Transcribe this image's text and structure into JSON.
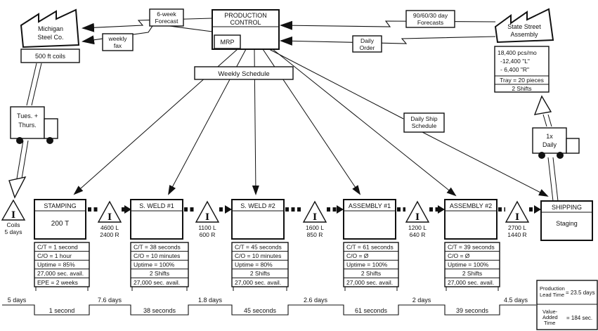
{
  "colors": {
    "ink": "#111111",
    "background": "#ffffff"
  },
  "supplier": {
    "name_line1": "Michigan",
    "name_line2": "Steel Co.",
    "detail": "500 ft coils"
  },
  "customer": {
    "name_line1": "State Street",
    "name_line2": "Assembly",
    "demand": {
      "line1": "18,400 pcs/mo",
      "line2": "-12,400  \"L\"",
      "line3": "- 6,400  \"R\"",
      "tray": "Tray = 20 pieces",
      "shifts": "2 Shifts"
    }
  },
  "production_control": {
    "title_line1": "PRODUCTION",
    "title_line2": "CONTROL",
    "mrp": "MRP"
  },
  "info_flows": {
    "six_week_forecast": {
      "line1": "6-week",
      "line2": "Forecast"
    },
    "weekly_fax": {
      "line1": "weekly",
      "line2": "fax"
    },
    "forecasts_90_60_30": {
      "line1": "90/60/30 day",
      "line2": "Forecasts"
    },
    "daily_order": {
      "line1": "Daily",
      "line2": "Order"
    },
    "weekly_schedule": "Weekly Schedule",
    "daily_ship_schedule": {
      "line1": "Daily Ship",
      "line2": "Schedule"
    }
  },
  "transport": {
    "inbound_truck": {
      "line1": "Tues. +",
      "line2": "Thurs."
    },
    "outbound_truck": {
      "line1": "1x",
      "line2": "Daily"
    }
  },
  "inventory_symbol": "I",
  "inventories": [
    {
      "line1": "Coils",
      "line2": "5 days"
    },
    {
      "line1": "4600 L",
      "line2": "2400 R"
    },
    {
      "line1": "1100 L",
      "line2": "600 R"
    },
    {
      "line1": "1600 L",
      "line2": "850 R"
    },
    {
      "line1": "1200 L",
      "line2": "640 R"
    },
    {
      "line1": "2700 L",
      "line2": "1440 R"
    }
  ],
  "processes": [
    {
      "name": "STAMPING",
      "detail": "200 T",
      "data": [
        "C/T = 1 second",
        "C/O = 1 hour",
        "Uptime = 85%",
        "27,000 sec. avail.",
        "EPE = 2 weeks"
      ]
    },
    {
      "name": "S. WELD #1",
      "data": [
        "C/T = 38 seconds",
        "C/O = 10 minutes",
        "Uptime = 100%",
        "2 Shifts",
        "27,000 sec. avail."
      ]
    },
    {
      "name": "S. WELD #2",
      "data": [
        "C/T = 45 seconds",
        "C/O = 10 minutes",
        "Uptime = 80%",
        "2 Shifts",
        "27,000 sec. avail."
      ]
    },
    {
      "name": "ASSEMBLY #1",
      "data": [
        "C/T = 61 seconds",
        "C/O = Ø",
        "Uptime = 100%",
        "2 Shifts",
        "27,000 sec. avail."
      ]
    },
    {
      "name": "ASSEMBLY #2",
      "data": [
        "C/T = 39 seconds",
        "C/O = Ø",
        "Uptime = 100%",
        "2 Shifts",
        "27,000 sec. avail."
      ]
    },
    {
      "name": "SHIPPING",
      "detail": "Staging"
    }
  ],
  "timeline": {
    "wait_times": [
      "5 days",
      "7.6 days",
      "1.8 days",
      "2.6 days",
      "2 days",
      "4.5 days"
    ],
    "process_times": [
      "1 second",
      "38 seconds",
      "45 seconds",
      "61 seconds",
      "39 seconds"
    ]
  },
  "summary": {
    "lead_label_1": "Production",
    "lead_label_2": "Lead Time",
    "lead_value": "= 23.5 days",
    "va_label_1": "Value-",
    "va_label_2": "Added",
    "va_label_3": "Time",
    "va_value": "= 184 sec."
  }
}
